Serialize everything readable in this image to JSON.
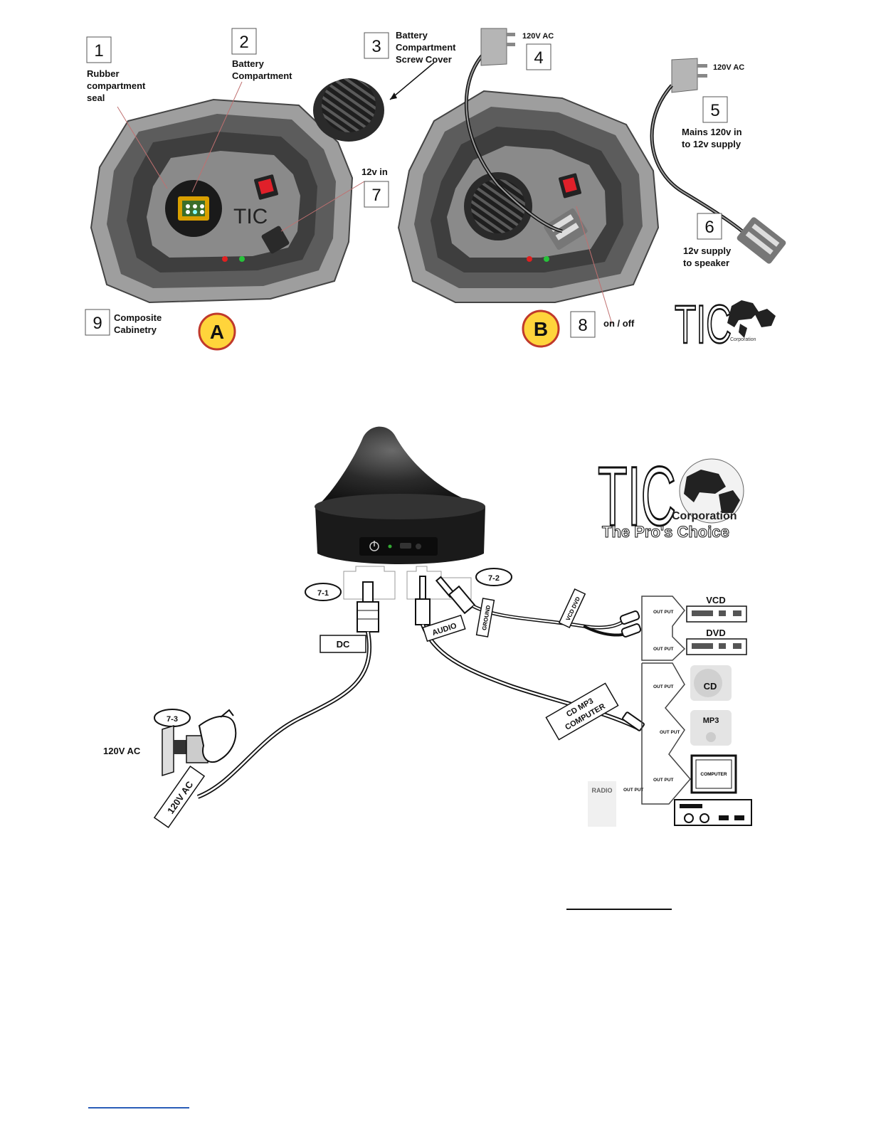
{
  "colors": {
    "housing_light": "#9e9e9e",
    "housing_mid": "#5c5c5c",
    "housing_dark": "#3e3e3e",
    "badge_fill": "#ffd43b",
    "switch_red": "#e0202a",
    "led_red": "#e02020",
    "led_green": "#27c23a",
    "blue_line": "#2a5db8"
  },
  "top_diagram": {
    "callouts": [
      {
        "number": "1",
        "label_lines": [
          "Rubber",
          "compartment",
          "seal"
        ]
      },
      {
        "number": "2",
        "label_lines": [
          "Battery",
          "Compartment"
        ]
      },
      {
        "number": "3",
        "label_lines": [
          "Battery",
          "Compartment",
          "Screw Cover"
        ]
      },
      {
        "number": "4",
        "label_lines": [
          "120V AC"
        ]
      },
      {
        "number": "5",
        "label_lines": [
          "Mains 120v in",
          "to 12v supply"
        ]
      },
      {
        "number": "6",
        "label_lines": [
          "12v supply",
          "to speaker"
        ]
      },
      {
        "number": "7",
        "label_lines": [
          "12v in"
        ]
      },
      {
        "number": "8",
        "label_lines": [
          "on / off"
        ]
      },
      {
        "number": "9",
        "label_lines": [
          "Composite",
          "Cabinetry"
        ]
      }
    ],
    "plug_label_5": "120V AC",
    "views": [
      "A",
      "B"
    ],
    "speaker_logo_text": "TIC",
    "logo": {
      "letters": "TIC",
      "subtext": "Corporation"
    },
    "icons": [
      "speaker-housing-a",
      "speaker-housing-b",
      "screw-cover",
      "wall-plug",
      "12v-connector",
      "power-switch"
    ]
  },
  "bottom_diagram": {
    "logo": {
      "letters": "TIC",
      "corporation": "Corporation",
      "tagline": "The Pro's Choice"
    },
    "callouts": [
      "7-1",
      "7-2",
      "7-3"
    ],
    "cable_tags": {
      "dc": "DC",
      "audio": "AUDIO",
      "ground": "GROUND",
      "vcd_dvd": "VCD DVD",
      "cd_mp3_computer_lines": [
        "CD MP3",
        "COMPUTER"
      ],
      "ac_plug": "120V AC"
    },
    "wall_outlet_label": "120V AC",
    "devices": [
      "VCD",
      "DVD",
      "CD",
      "MP3",
      "RADIO",
      "COMPUTER"
    ],
    "output_tag": "OUT PUT",
    "icons": [
      "transmitter-dome",
      "power-symbol-icon",
      "wall-outlet",
      "hand-icon",
      "vcd-player",
      "dvd-player",
      "cd-icon",
      "mp3-player",
      "radio-icon",
      "computer-icon"
    ]
  }
}
